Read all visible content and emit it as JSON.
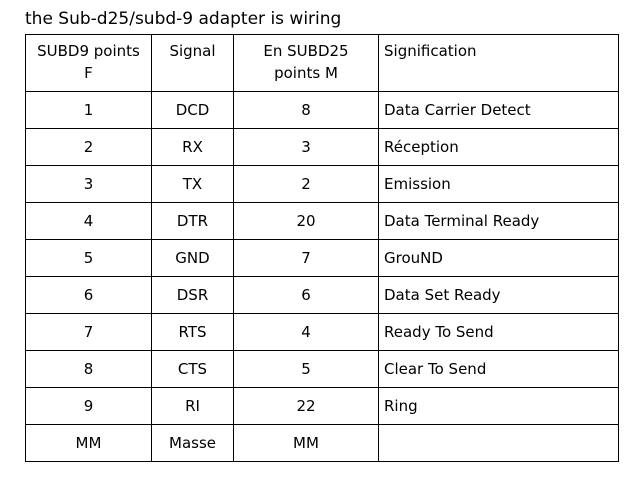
{
  "caption": "the Sub-d25/subd-9 adapter is wiring",
  "table": {
    "headers": [
      "SUBD9 points F",
      "Signal",
      "En SUBD25 points M",
      "Signification"
    ],
    "header_lines": [
      [
        "SUBD9 points",
        "F"
      ],
      [
        "Signal"
      ],
      [
        "En SUBD25",
        "points M"
      ],
      [
        "Signification"
      ]
    ],
    "rows": [
      [
        "1",
        "DCD",
        "8",
        "Data Carrier Detect"
      ],
      [
        "2",
        "RX",
        "3",
        "Réception"
      ],
      [
        "3",
        "TX",
        "2",
        "Emission"
      ],
      [
        "4",
        "DTR",
        "20",
        "Data Terminal Ready"
      ],
      [
        "5",
        "GND",
        "7",
        "GrouND"
      ],
      [
        "6",
        "DSR",
        "6",
        "Data Set Ready"
      ],
      [
        "7",
        "RTS",
        "4",
        "Ready To Send"
      ],
      [
        "8",
        "CTS",
        "5",
        "Clear To Send"
      ],
      [
        "9",
        "RI",
        "22",
        "Ring"
      ],
      [
        "MM",
        "Masse",
        "MM",
        ""
      ]
    ]
  }
}
